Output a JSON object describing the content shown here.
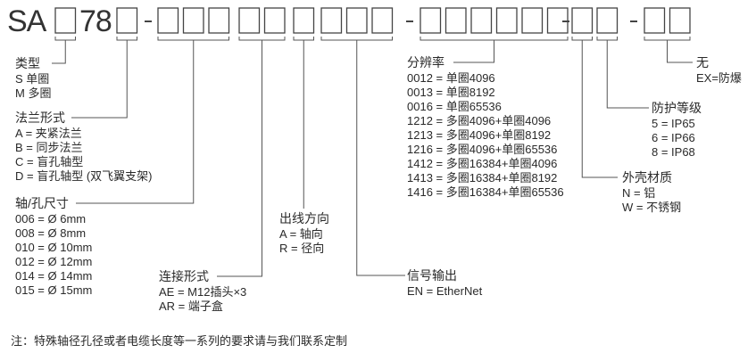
{
  "code": {
    "prefix": "SA",
    "model": "78",
    "dash": "-"
  },
  "groups": {
    "type": {
      "title": "类型",
      "items": [
        "S 单圈",
        "M 多圈"
      ]
    },
    "flange": {
      "title": "法兰形式",
      "items": [
        "A = 夹紧法兰",
        "B = 同步法兰",
        "C = 盲孔轴型",
        "D = 盲孔轴型 (双飞翼支架)"
      ]
    },
    "shaft": {
      "title": "轴/孔尺寸",
      "items": [
        "006 = Ø 6mm",
        "008 = Ø 8mm",
        "010 = Ø 10mm",
        "012 = Ø 12mm",
        "014 = Ø 14mm",
        "015 = Ø 15mm"
      ]
    },
    "connection": {
      "title": "连接形式",
      "items": [
        "AE = M12插头×3",
        "AR = 端子盒"
      ]
    },
    "outlet": {
      "title": "出线方向",
      "items": [
        "A = 轴向",
        "R = 径向"
      ]
    },
    "signal": {
      "title": "信号输出",
      "items": [
        "EN = EtherNet"
      ]
    },
    "resolution": {
      "title": "分辨率",
      "items": [
        "0012 = 单圈4096",
        "0013 = 单圈8192",
        "0016 = 单圈65536",
        "1212 = 多圈4096+单圈4096",
        "1213 = 多圈4096+单圈8192",
        "1216 = 多圈4096+单圈65536",
        "1412 = 多圈16384+单圈4096",
        "1413 = 多圈16384+单圈8192",
        "1416 = 多圈16384+单圈65536"
      ]
    },
    "housing": {
      "title": "外壳材质",
      "items": [
        "N = 铝",
        "W = 不锈钢"
      ]
    },
    "protection": {
      "title": "防护等级",
      "items": [
        "5 = IP65",
        "6 = IP66",
        "8 = IP68"
      ]
    },
    "explosion": {
      "title": "无",
      "items": [
        "EX=防爆"
      ]
    }
  },
  "note": "注：特殊轴径孔径或者电缆长度等一系列的要求请与我们联系定制",
  "colors": {
    "text": "#2a2a2a",
    "line": "#555555"
  }
}
